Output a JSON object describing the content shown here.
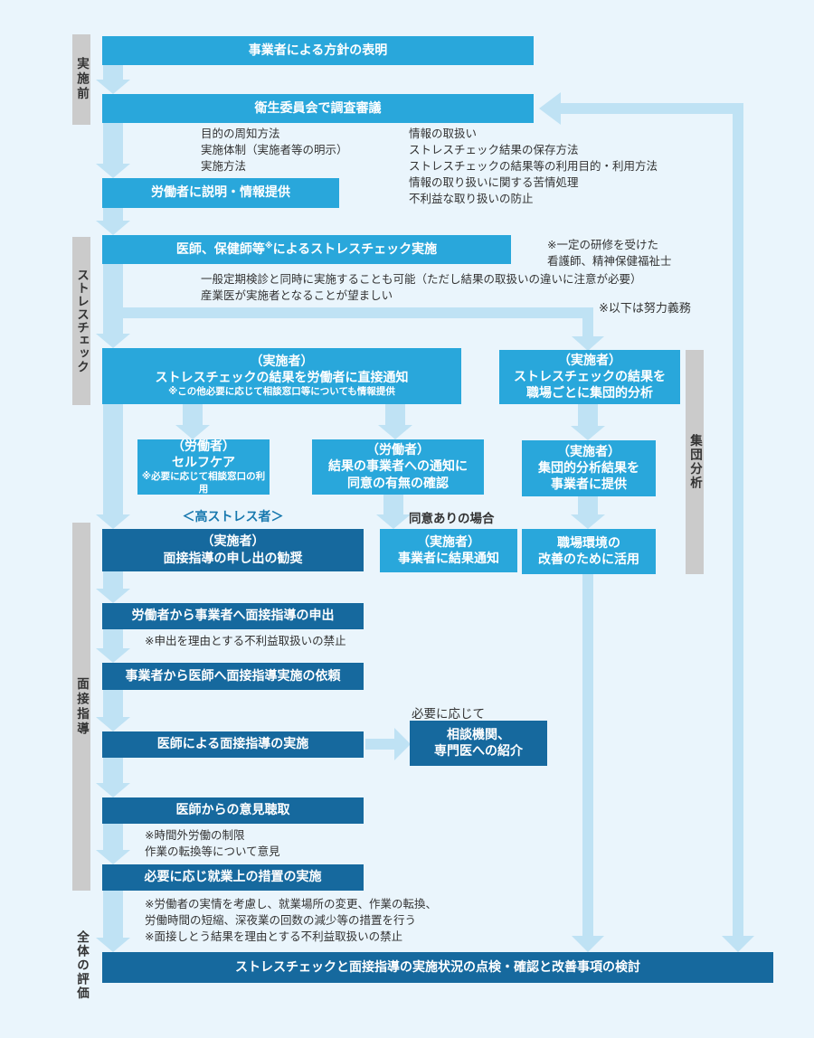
{
  "colors": {
    "background": "#EAF5FC",
    "box_light_blue": "#29A7DB",
    "box_dark_blue": "#16699E",
    "arrow_light_blue": "#BFE2F4",
    "sidebar_gray": "#CBCBCB",
    "text_dark": "#333333",
    "highlight_blue": "#1778AE"
  },
  "sidebar": {
    "pre_implementation": "実施前",
    "stress_check": "ストレスチェック",
    "interview_guidance": "面接指導",
    "overall_evaluation": "全体の評価",
    "group_analysis": "集団分析"
  },
  "boxes": {
    "policy": {
      "label": "事業者による方針の表明"
    },
    "committee": {
      "label": "衛生委員会で調査審議"
    },
    "inform_workers": {
      "label": "労働者に説明・情報提供"
    },
    "conduct": {
      "pre": "医師、保健師等",
      "sup": "※",
      "post": "によるストレスチェック実施"
    },
    "notify_worker": {
      "line1": "（実施者）",
      "line2": "ストレスチェックの結果を労働者に直接通知",
      "line3": "※この他必要に応じて相談窓口等についても情報提供"
    },
    "group_analysis": {
      "line1": "（実施者）",
      "line2": "ストレスチェックの結果を",
      "line3": "職場ごとに集団的分析"
    },
    "selfcare": {
      "line1": "（労働者）",
      "line2": "セルフケア",
      "line3": "※必要に応じて相談窓口の利用"
    },
    "consent": {
      "line1": "（労働者）",
      "line2": "結果の事業者への通知に",
      "line3": "同意の有無の確認"
    },
    "provide_employer": {
      "line1": "（実施者）",
      "line2": "集団的分析結果を",
      "line3": "事業者に提供"
    },
    "notify_employer": {
      "line1": "（実施者）",
      "line2": "事業者に結果通知"
    },
    "improve_workplace": {
      "line1": "職場環境の",
      "line2": "改善のために活用"
    },
    "recommend_interview": {
      "line1": "（実施者）",
      "line2": "面接指導の申し出の勧奨"
    },
    "apply_interview": {
      "label": "労働者から事業者へ面接指導の申出"
    },
    "request_doctor": {
      "label": "事業者から医師へ面接指導実施の依頼"
    },
    "doctor_interview": {
      "label": "医師による面接指導の実施"
    },
    "referral": {
      "line1": "相談機関、",
      "line2": "専門医への紹介"
    },
    "hear_opinion": {
      "label": "医師からの意見聴取"
    },
    "take_measures": {
      "label": "必要に応じ就業上の措置の実施"
    },
    "review": {
      "label": "ストレスチェックと面接指導の実施状況の点検・確認と改善事項の検討"
    }
  },
  "labels": {
    "high_stress": "＜高ストレス者＞",
    "with_consent": "同意ありの場合",
    "as_needed": "必要に応じて",
    "effort_duty": "※以下は努力義務"
  },
  "notes": {
    "committee_left": [
      "目的の周知方法",
      "実施体制（実施者等の明示）",
      "実施方法"
    ],
    "committee_right": [
      "情報の取扱い",
      "ストレスチェック結果の保存方法",
      "ストレスチェックの結果等の利用目的・利用方法",
      "情報の取り扱いに関する苦情処理",
      "不利益な取り扱いの防止"
    ],
    "practitioner": [
      "※一定の研修を受けた",
      "看護師、精神保健福祉士"
    ],
    "conduct": [
      "一般定期検診と同時に実施することも可能（ただし結果の取扱いの違いに注意が必要）",
      "産業医が実施者となることが望ましい"
    ],
    "apply": [
      "※申出を理由とする不利益取扱いの禁止"
    ],
    "opinion": [
      "※時間外労働の制限",
      "作業の転換等について意見"
    ],
    "measures": [
      "※労働者の実情を考慮し、就業場所の変更、作業の転換、",
      "労働時間の短縮、深夜業の回数の減少等の措置を行う",
      "※面接しとう結果を理由とする不利益取扱いの禁止"
    ]
  }
}
